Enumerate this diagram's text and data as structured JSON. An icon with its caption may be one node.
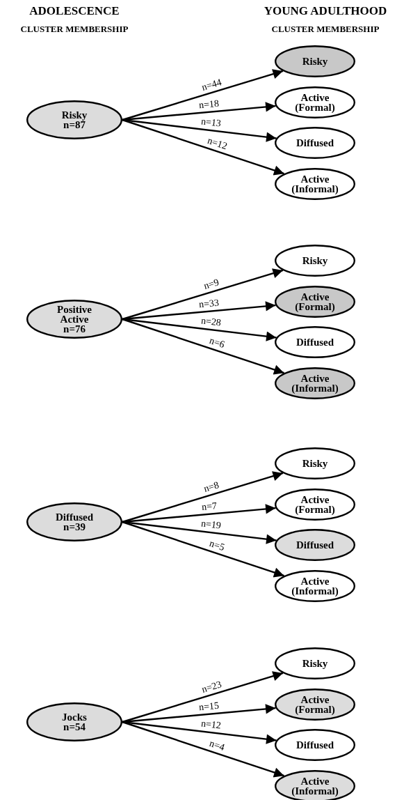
{
  "diagram": {
    "nodes": [
      {
        "text": [
          "Risky",
          "n=87"
        ]
      },
      {
        "text": [
          "Risky"
        ]
      },
      {
        "text": [
          "Active (Formal)"
        ]
      },
      {
        "text": [
          "Diffused"
        ]
      },
      {
        "text": [
          "Active (Informal)"
        ]
      },
      {
        "text": [
          "Positive Active",
          "n=76"
        ]
      },
      {
        "text": [
          "Risky"
        ]
      },
      {
        "text": [
          "Active (Formal)"
        ]
      },
      {
        "text": [
          "Diffused"
        ]
      },
      {
        "text": [
          "Active (Informal)"
        ]
      },
      {
        "text": [
          "Diffused",
          "n=39"
        ]
      },
      {
        "text": [
          "Risky"
        ]
      },
      {
        "text": [
          "Active (Formal)"
        ]
      },
      {
        "text": [
          "Diffused"
        ]
      },
      {
        "text": [
          "Active (Informal)"
        ]
      },
      {
        "text": [
          "Jocks",
          "n=54"
        ]
      },
      {
        "text": [
          "Risky"
        ]
      },
      {
        "text": [
          "Active (Formal)"
        ]
      },
      {
        "text": [
          "Diffused"
        ]
      },
      {
        "text": [
          "Active (Informal)"
        ]
      }
    ],
    "edges": [
      {
        "from": 0,
        "to": 1,
        "arrow": "to",
        "label": "n=44"
      },
      {
        "from": 0,
        "to": 2,
        "arrow": "to",
        "label": "n=18"
      },
      {
        "from": 0,
        "to": 3,
        "arrow": "to",
        "label": "n=13"
      },
      {
        "from": 0,
        "to": 4,
        "arrow": "to",
        "label": "n=12"
      },
      {
        "from": 5,
        "to": 6,
        "arrow": "to",
        "label": "n=9"
      },
      {
        "from": 5,
        "to": 7,
        "arrow": "to",
        "label": "n=33"
      },
      {
        "from": 5,
        "to": 8,
        "arrow": "to",
        "label": "n=28"
      },
      {
        "from": 5,
        "to": 9,
        "arrow": "to",
        "label": "n=6"
      },
      {
        "from": 10,
        "to": 11,
        "arrow": "to",
        "label": "n=8"
      },
      {
        "from": 10,
        "to": 12,
        "arrow": "to",
        "label": "n=7"
      },
      {
        "from": 10,
        "to": 13,
        "arrow": "to",
        "label": "n=19"
      },
      {
        "from": 10,
        "to": 14,
        "arrow": "to",
        "label": "n=5"
      },
      {
        "from": 15,
        "to": 16,
        "arrow": "to",
        "label": "n=23"
      },
      {
        "from": 15,
        "to": 17,
        "arrow": "to",
        "label": "n=15"
      },
      {
        "from": 15,
        "to": 18,
        "arrow": "to",
        "label": "n=12"
      },
      {
        "from": 15,
        "to": 19,
        "arrow": "to",
        "label": "n=4"
      }
    ],
    "labels": [
      "ADOLESCENCE",
      "CLUSTER MEMBERSHIP",
      "YOUNG ADULTHOOD",
      "CLUSTER MEMBERSHIP"
    ]
  }
}
